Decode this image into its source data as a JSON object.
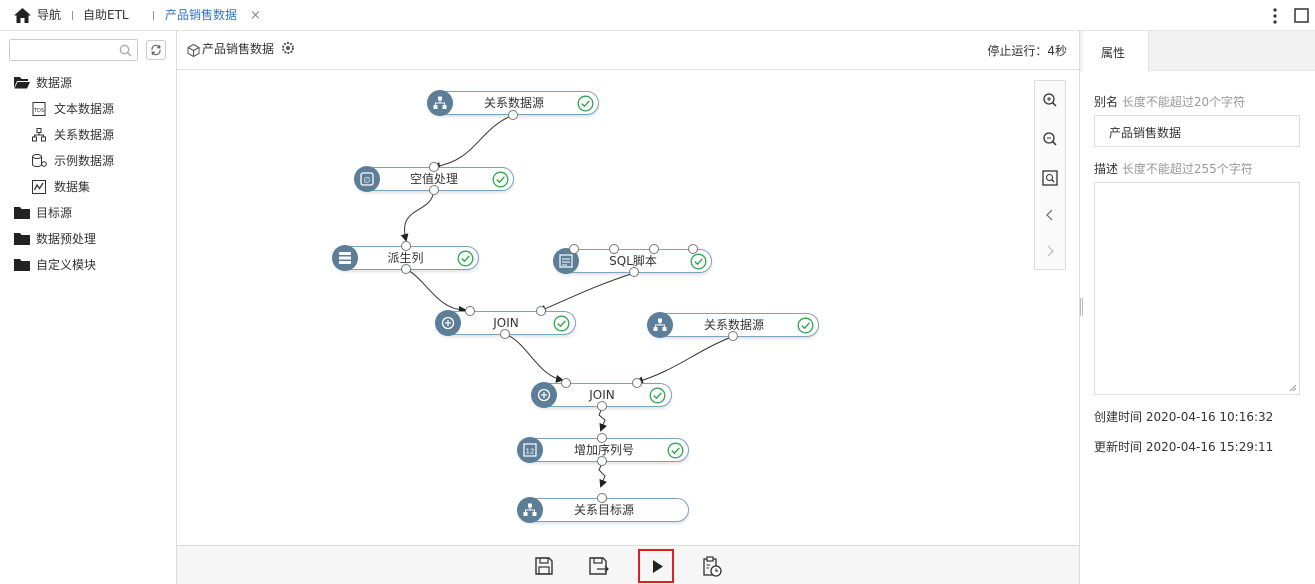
{
  "top": {
    "home_label": "导航",
    "etl_label": "自助ETL",
    "tab_label": "产品销售数据",
    "tab_close": "×"
  },
  "sidebar": {
    "search_placeholder": "",
    "items": [
      {
        "label": "数据源",
        "icon": "folder-open-icon"
      },
      {
        "label": "文本数据源",
        "icon": "text-source-icon"
      },
      {
        "label": "关系数据源",
        "icon": "relational-source-icon"
      },
      {
        "label": "示例数据源",
        "icon": "sample-source-icon"
      },
      {
        "label": "数据集",
        "icon": "dataset-icon"
      },
      {
        "label": "目标源",
        "icon": "folder-icon"
      },
      {
        "label": "数据预处理",
        "icon": "folder-icon"
      },
      {
        "label": "自定义模块",
        "icon": "folder-icon"
      }
    ]
  },
  "canvas": {
    "title": "产品销售数据",
    "status": "停止运行：4秒",
    "nodes": [
      {
        "label": "关系数据源",
        "status": "success"
      },
      {
        "label": "空值处理",
        "status": "success"
      },
      {
        "label": "派生列",
        "status": "success"
      },
      {
        "label": "SQL脚本",
        "status": "success"
      },
      {
        "label": "JOIN",
        "status": "success"
      },
      {
        "label": "关系数据源",
        "status": "success"
      },
      {
        "label": "JOIN",
        "status": "success"
      },
      {
        "label": "增加序列号",
        "status": "success"
      },
      {
        "label": "关系目标源",
        "status": "none"
      }
    ]
  },
  "properties": {
    "tab_label": "属性",
    "alias_label": "别名",
    "alias_hint": "长度不能超过20个字符",
    "alias_value": "产品销售数据",
    "desc_label": "描述",
    "desc_hint": "长度不能超过255个字符",
    "desc_value": "",
    "created_label": "创建时间",
    "created_value": "2020-04-16 10:16:32",
    "updated_label": "更新时间",
    "updated_value": "2020-04-16 15:29:11"
  },
  "colors": {
    "node_icon_bg": "#5c7e99",
    "node_border": "#7aa3c0",
    "success": "#2aa84a",
    "run_highlight": "#e02020"
  }
}
